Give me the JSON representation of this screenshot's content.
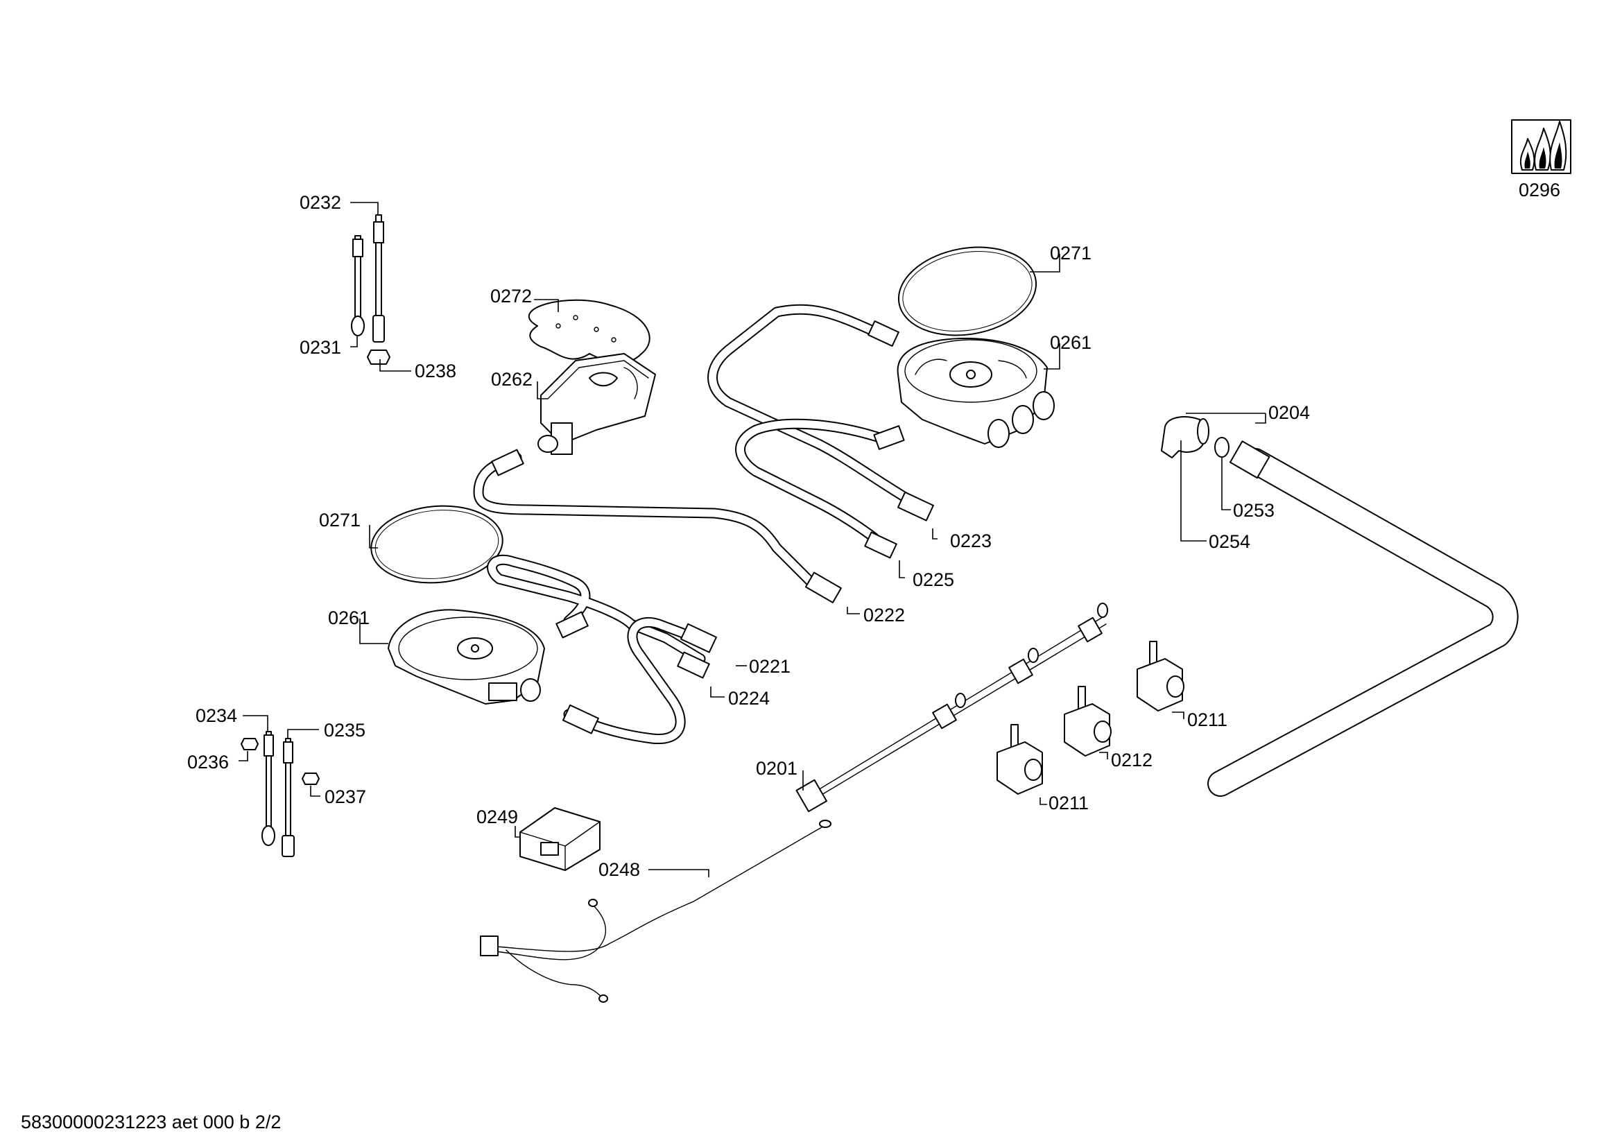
{
  "document": {
    "footer_code": "58300000231223 aet 000 b 2/2"
  },
  "callouts": [
    {
      "id": "c0232",
      "text": "0232"
    },
    {
      "id": "c0231",
      "text": "0231"
    },
    {
      "id": "c0238",
      "text": "0238"
    },
    {
      "id": "c0272",
      "text": "0272"
    },
    {
      "id": "c0262",
      "text": "0262"
    },
    {
      "id": "c0271a",
      "text": "0271"
    },
    {
      "id": "c0261a",
      "text": "0261"
    },
    {
      "id": "c0271b",
      "text": "0271"
    },
    {
      "id": "c0261b",
      "text": "0261"
    },
    {
      "id": "c0204",
      "text": "0204"
    },
    {
      "id": "c0253",
      "text": "0253"
    },
    {
      "id": "c0254",
      "text": "0254"
    },
    {
      "id": "c0223",
      "text": "0223"
    },
    {
      "id": "c0225",
      "text": "0225"
    },
    {
      "id": "c0222",
      "text": "0222"
    },
    {
      "id": "c0221",
      "text": "0221"
    },
    {
      "id": "c0224",
      "text": "0224"
    },
    {
      "id": "c0234",
      "text": "0234"
    },
    {
      "id": "c0235",
      "text": "0235"
    },
    {
      "id": "c0236",
      "text": "0236"
    },
    {
      "id": "c0237",
      "text": "0237"
    },
    {
      "id": "c0249",
      "text": "0249"
    },
    {
      "id": "c0248",
      "text": "0248"
    },
    {
      "id": "c0201",
      "text": "0201"
    },
    {
      "id": "c0211a",
      "text": "0211"
    },
    {
      "id": "c0212",
      "text": "0212"
    },
    {
      "id": "c0211b",
      "text": "0211"
    },
    {
      "id": "c0296",
      "text": "0296"
    }
  ],
  "icons": {
    "gas_symbol": "gas-flame-icon"
  }
}
